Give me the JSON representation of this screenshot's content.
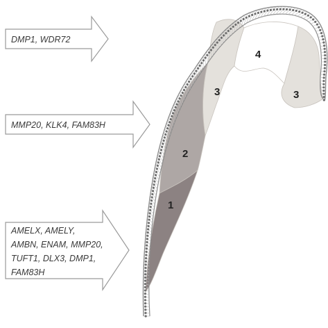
{
  "arrows": [
    {
      "lines": [
        "DMP1, WDR72"
      ]
    },
    {
      "lines": [
        "MMP20, KLK4, FAM83H"
      ]
    },
    {
      "lines": [
        "AMELX, AMELY,",
        "AMBN, ENAM, MMP20,",
        "TUFT1, DLX3, DMP1,",
        "FAM83H"
      ]
    }
  ],
  "regions": [
    {
      "label": "1",
      "color": "#8c8282"
    },
    {
      "label": "2",
      "color": "#aea7a5"
    },
    {
      "label": "3",
      "color": "#e4e1dc"
    },
    {
      "label": "4",
      "color": "#ffffff"
    },
    {
      "label": "3",
      "color": "#e4e1dc"
    }
  ],
  "colors": {
    "arrow_fill": "#ffffff",
    "arrow_stroke": "#9a9a9a",
    "enamel_outline": "#8a8a8a",
    "ameloblast_dot": "#6e6e6e"
  }
}
